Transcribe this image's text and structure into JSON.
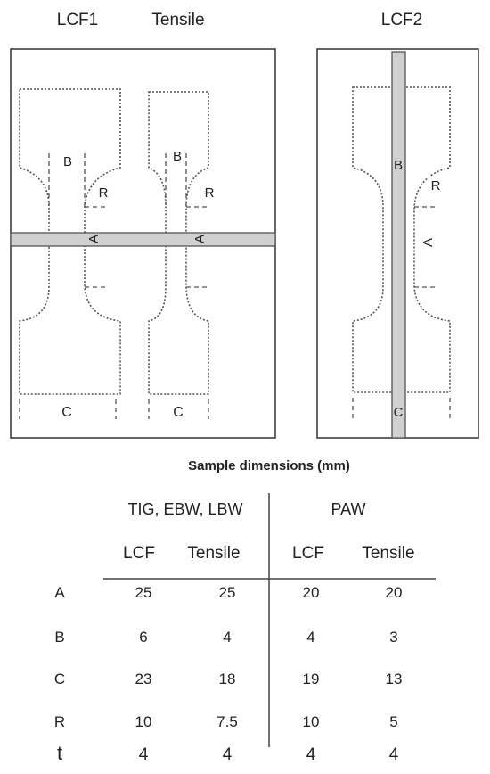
{
  "panels": {
    "lcf1": "LCF1",
    "tensile": "Tensile",
    "lcf2": "LCF2"
  },
  "dim_labels": {
    "A": "A",
    "B": "B",
    "C": "C",
    "R": "R"
  },
  "table": {
    "title": "Sample dimensions (mm)",
    "groups": [
      "TIG, EBW, LBW",
      "PAW"
    ],
    "columns": [
      "LCF",
      "Tensile",
      "LCF",
      "Tensile"
    ],
    "rows": [
      {
        "label": "A",
        "values": [
          "25",
          "25",
          "20",
          "20"
        ]
      },
      {
        "label": "B",
        "values": [
          "6",
          "4",
          "4",
          "3"
        ]
      },
      {
        "label": "C",
        "values": [
          "23",
          "18",
          "19",
          "13"
        ]
      },
      {
        "label": "R",
        "values": [
          "10",
          "7.5",
          "10",
          "5"
        ]
      },
      {
        "label": "t",
        "values": [
          "4",
          "4",
          "4",
          "4"
        ]
      }
    ]
  },
  "colors": {
    "outline": "#333333",
    "strip": "#d0d0d0",
    "text": "#222222"
  }
}
